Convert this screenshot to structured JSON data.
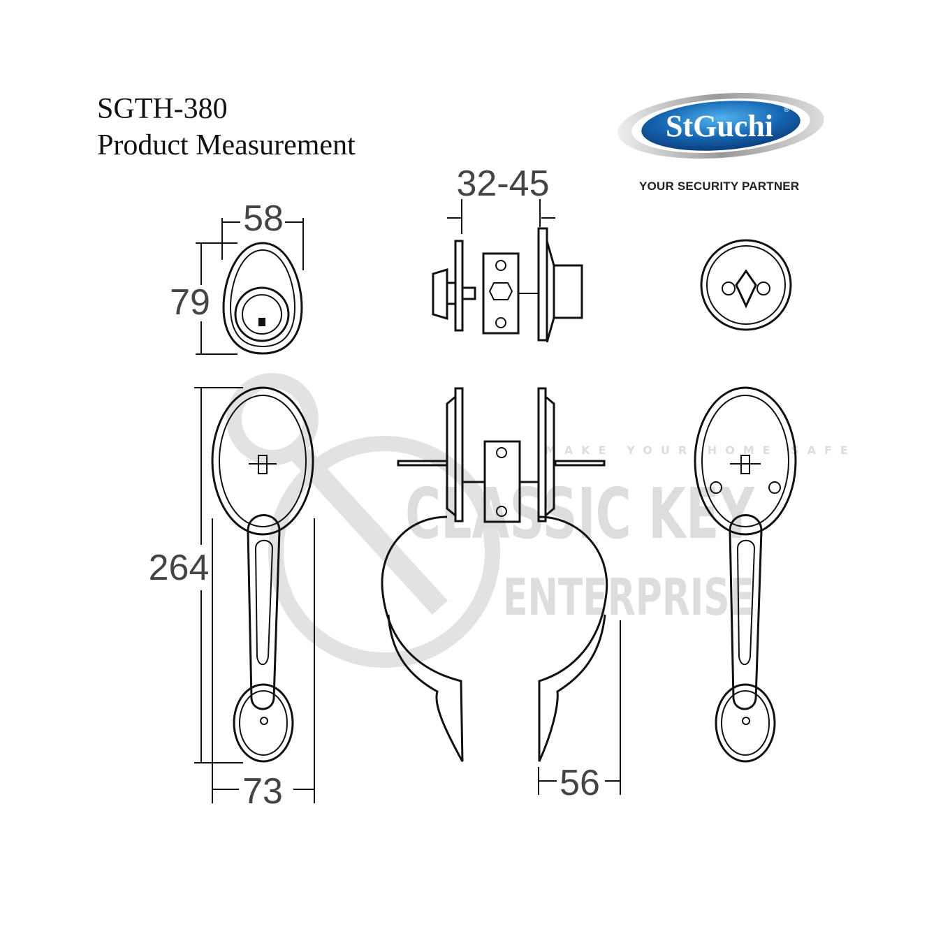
{
  "header": {
    "model": "SGTH-380",
    "subtitle": "Product Measurement"
  },
  "logo": {
    "brand": "StGuchi",
    "registered": "®",
    "tagline": "YOUR SECURITY PARTNER",
    "color": "#1565b0"
  },
  "dimensions": {
    "deadbolt_width": "58",
    "deadbolt_height": "79",
    "door_thickness": "32-45",
    "handle_height": "264",
    "handle_width": "73",
    "handle_projection": "56"
  },
  "watermark": {
    "line1": "CLASSIC KEY",
    "line2": "ENTERPRISE",
    "slogan": "MAKE YOUR HOME SAFE"
  }
}
